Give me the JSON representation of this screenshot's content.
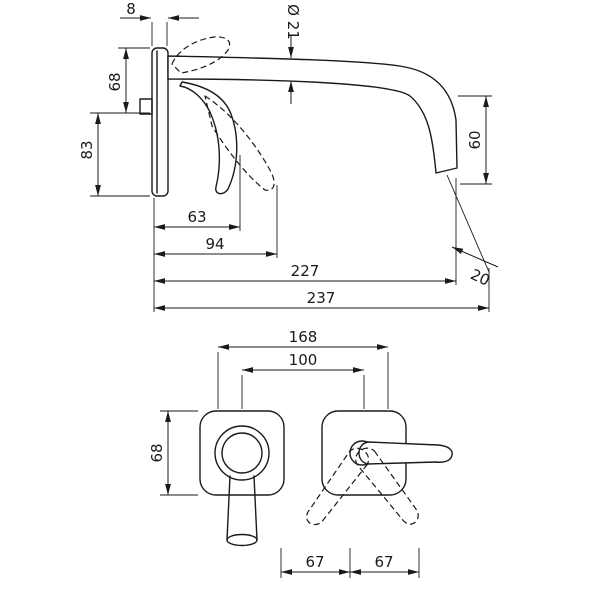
{
  "dimensions": {
    "side": {
      "plate_depth": "8",
      "spout_diameter": "Ø 21",
      "height_68": "68",
      "height_83": "83",
      "drop_60": "60",
      "projection_63": "63",
      "projection_94": "94",
      "projection_227": "227",
      "stream_offset_20": "20",
      "projection_237": "237"
    },
    "front": {
      "width_168": "168",
      "width_100": "100",
      "height_68": "68",
      "swing_left_67": "67",
      "swing_right_67": "67"
    }
  }
}
